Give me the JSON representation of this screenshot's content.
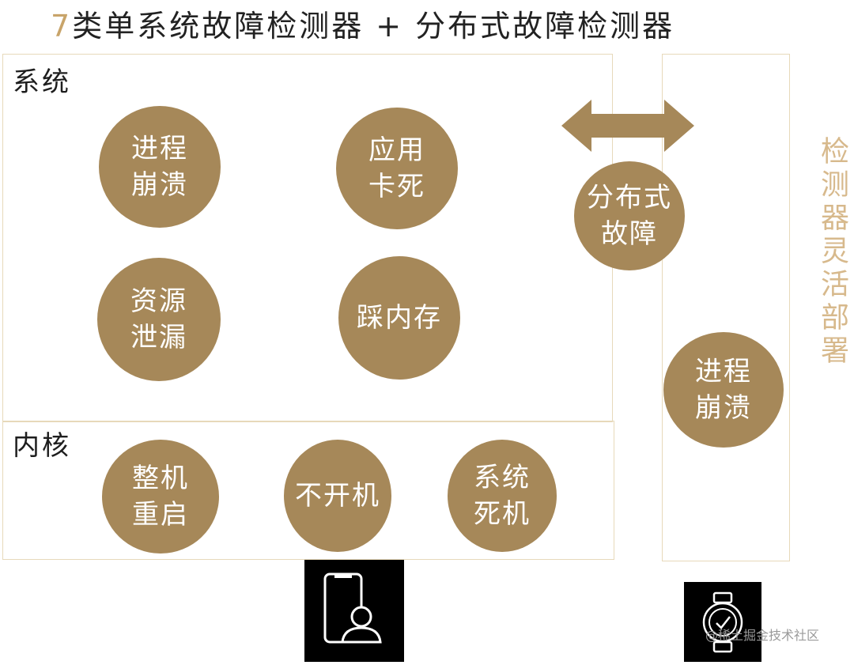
{
  "title": {
    "num": "7",
    "rest": "类单系统故障检测器 + 分布式故障检测器"
  },
  "system": {
    "label": "系统",
    "items": [
      {
        "line1": "进程",
        "line2": "崩溃"
      },
      {
        "line1": "应用",
        "line2": "卡死"
      },
      {
        "line1": "资源",
        "line2": "泄漏"
      },
      {
        "line1": "踩内存",
        "line2": ""
      }
    ]
  },
  "kernel": {
    "label": "内核",
    "items": [
      {
        "line1": "整机",
        "line2": "重启"
      },
      {
        "line1": "不开机",
        "line2": ""
      },
      {
        "line1": "系统",
        "line2": "死机"
      }
    ]
  },
  "distributed": {
    "line1": "分布式",
    "line2": "故障"
  },
  "remote": {
    "line1": "进程",
    "line2": "崩溃"
  },
  "side_label": "检测器灵活部署",
  "watermark": "@稀土掘金技术社区",
  "icons": [
    "phone-user-icon",
    "watch-icon",
    "double-arrow-icon"
  ],
  "colors": {
    "circle": "#a68859",
    "accent": "#c8a46a",
    "border": "#e7d9ba",
    "side": "#d7b98c"
  }
}
